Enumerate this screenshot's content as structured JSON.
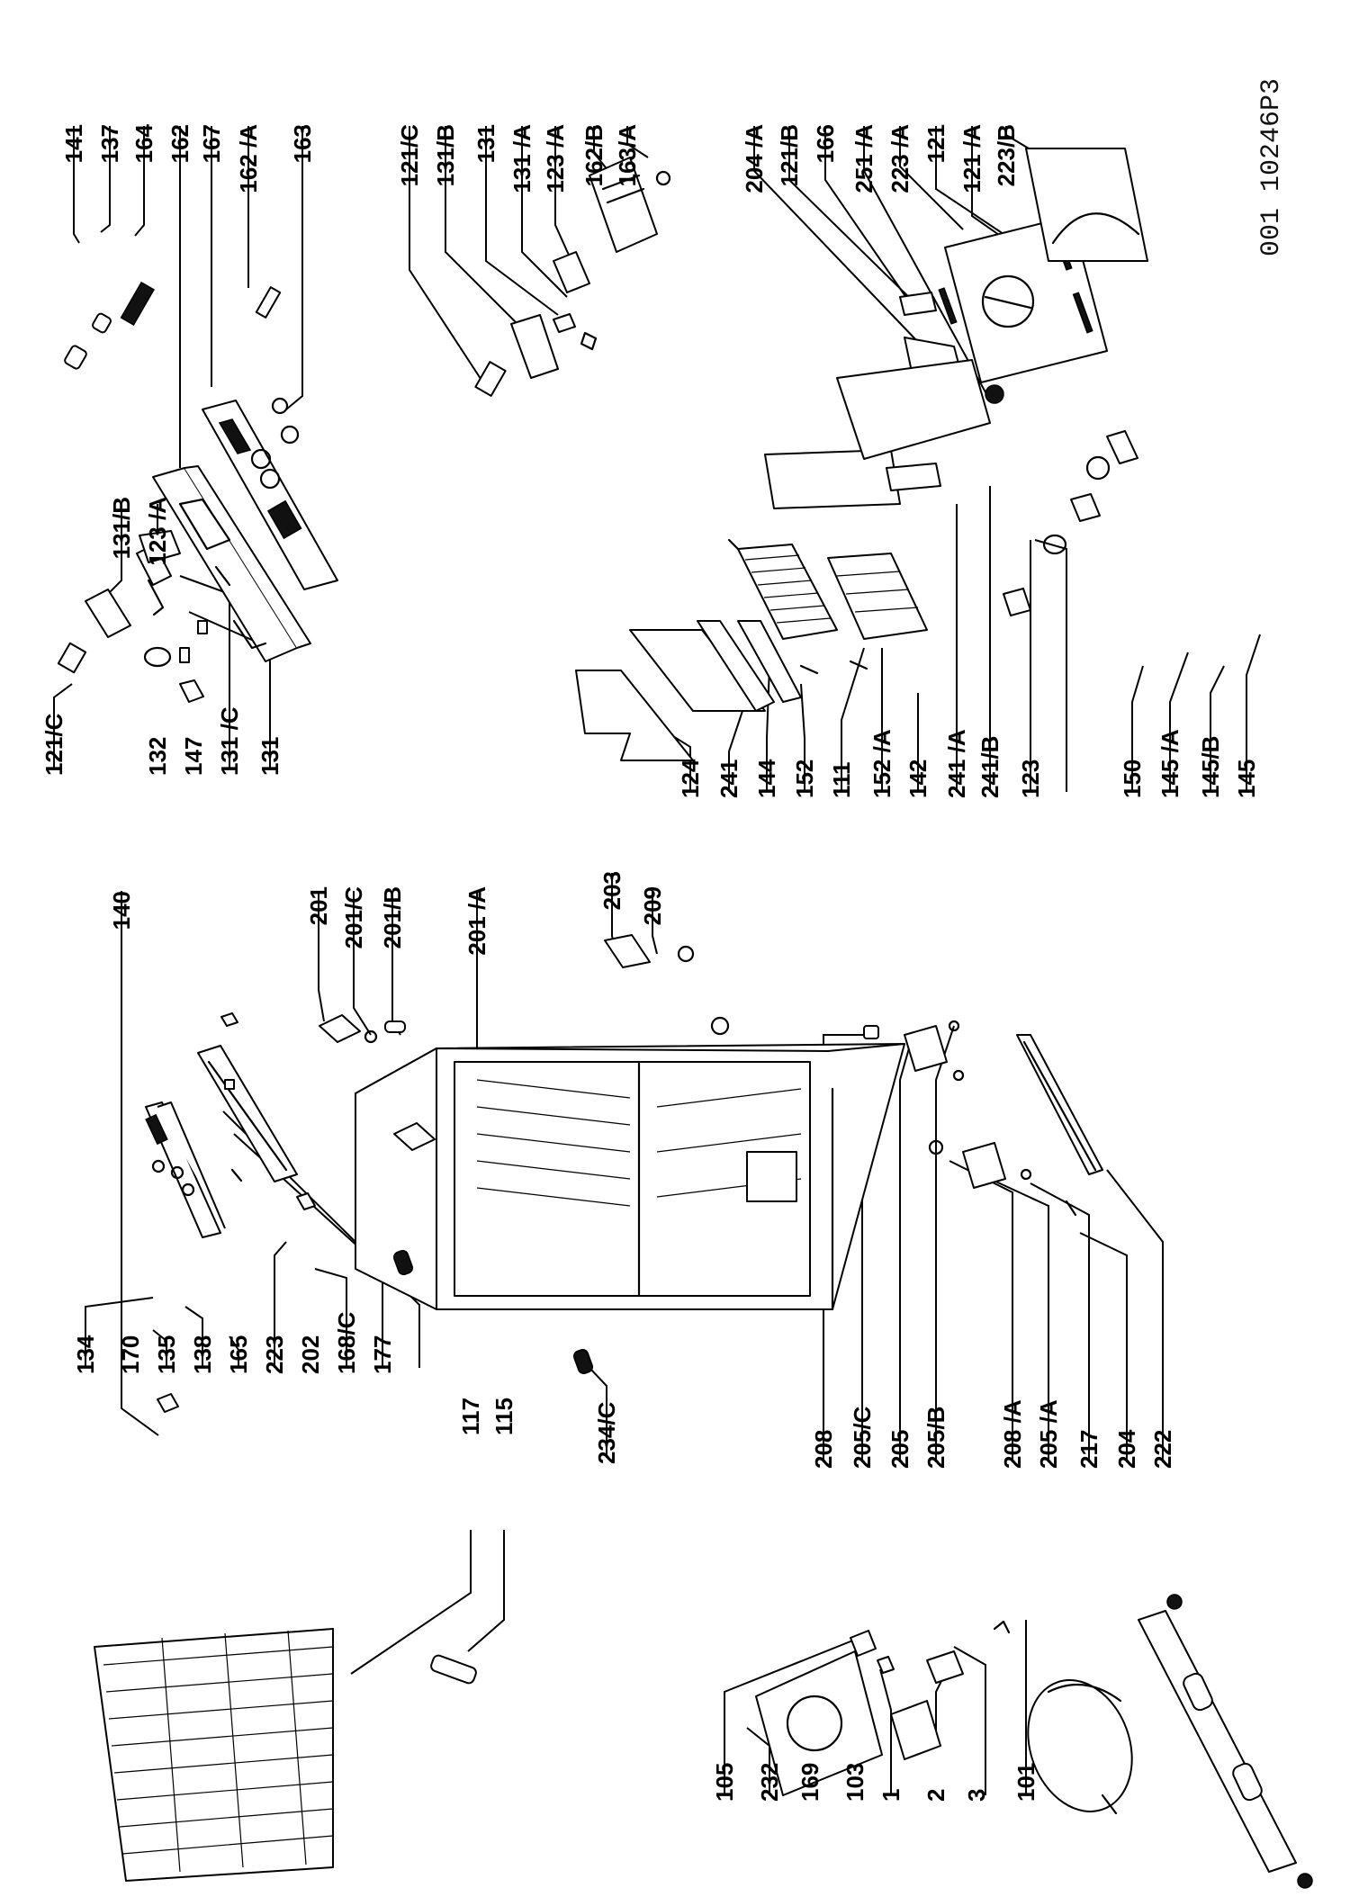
{
  "diagram": {
    "reference_code": "001 10246P3",
    "labels": [
      {
        "id": "l141",
        "text": "141"
      },
      {
        "id": "l137",
        "text": "137"
      },
      {
        "id": "l164",
        "text": "164"
      },
      {
        "id": "l162",
        "text": "162"
      },
      {
        "id": "l167",
        "text": "167"
      },
      {
        "id": "l162A",
        "text": "162 /A"
      },
      {
        "id": "l163",
        "text": "163"
      },
      {
        "id": "l131B_top",
        "text": "131/B"
      },
      {
        "id": "l123A_top",
        "text": "123 /A"
      },
      {
        "id": "l121C_a",
        "text": "121/C"
      },
      {
        "id": "l131B_a",
        "text": "131/B"
      },
      {
        "id": "l131_a",
        "text": "131"
      },
      {
        "id": "l131A",
        "text": "131 /A"
      },
      {
        "id": "l123A_a",
        "text": "123 /A"
      },
      {
        "id": "l162B",
        "text": "162/B"
      },
      {
        "id": "l163A",
        "text": "163/A"
      },
      {
        "id": "l204A_top",
        "text": "204 /A"
      },
      {
        "id": "l121B",
        "text": "121/B"
      },
      {
        "id": "l166",
        "text": "166"
      },
      {
        "id": "l251A",
        "text": "251 /A"
      },
      {
        "id": "l223A",
        "text": "223 /A"
      },
      {
        "id": "l121",
        "text": "121"
      },
      {
        "id": "l121A",
        "text": "121 /A"
      },
      {
        "id": "l223B",
        "text": "223/B"
      },
      {
        "id": "l121C_b",
        "text": "121/C"
      },
      {
        "id": "l140",
        "text": "140"
      },
      {
        "id": "l132",
        "text": "132"
      },
      {
        "id": "l147",
        "text": "147"
      },
      {
        "id": "l131C",
        "text": "131 /C"
      },
      {
        "id": "l131_b",
        "text": "131"
      },
      {
        "id": "l201",
        "text": "201"
      },
      {
        "id": "l201C",
        "text": "201/C"
      },
      {
        "id": "l201B",
        "text": "201/B"
      },
      {
        "id": "l201A",
        "text": "201 /A"
      },
      {
        "id": "l203",
        "text": "203"
      },
      {
        "id": "l209",
        "text": "209"
      },
      {
        "id": "l124",
        "text": "124"
      },
      {
        "id": "l241",
        "text": "241"
      },
      {
        "id": "l144",
        "text": "144"
      },
      {
        "id": "l152",
        "text": "152"
      },
      {
        "id": "l111",
        "text": "111"
      },
      {
        "id": "l152A",
        "text": "152 /A"
      },
      {
        "id": "l142",
        "text": "142"
      },
      {
        "id": "l241A",
        "text": "241 /A"
      },
      {
        "id": "l241B",
        "text": "241/B"
      },
      {
        "id": "l123",
        "text": "123"
      },
      {
        "id": "l150",
        "text": "150"
      },
      {
        "id": "l145A",
        "text": "145 /A"
      },
      {
        "id": "l145B",
        "text": "145/B"
      },
      {
        "id": "l145",
        "text": "145"
      },
      {
        "id": "l134",
        "text": "134"
      },
      {
        "id": "l170",
        "text": "170"
      },
      {
        "id": "l135",
        "text": "135"
      },
      {
        "id": "l138",
        "text": "138"
      },
      {
        "id": "l165",
        "text": "165"
      },
      {
        "id": "l223",
        "text": "223"
      },
      {
        "id": "l202",
        "text": "202"
      },
      {
        "id": "l168C",
        "text": "168/C"
      },
      {
        "id": "l177",
        "text": "177"
      },
      {
        "id": "l117",
        "text": "117"
      },
      {
        "id": "l115",
        "text": "115"
      },
      {
        "id": "l234C",
        "text": "234/C"
      },
      {
        "id": "l208",
        "text": "208"
      },
      {
        "id": "l205C",
        "text": "205/C"
      },
      {
        "id": "l205",
        "text": "205"
      },
      {
        "id": "l205B",
        "text": "205/B"
      },
      {
        "id": "l208A",
        "text": "208 /A"
      },
      {
        "id": "l205A",
        "text": "205 /A"
      },
      {
        "id": "l217",
        "text": "217"
      },
      {
        "id": "l204",
        "text": "204"
      },
      {
        "id": "l222",
        "text": "222"
      },
      {
        "id": "l105",
        "text": "105"
      },
      {
        "id": "l232",
        "text": "232"
      },
      {
        "id": "l169",
        "text": "169"
      },
      {
        "id": "l103",
        "text": "103"
      },
      {
        "id": "l1",
        "text": "1"
      },
      {
        "id": "l2",
        "text": "2"
      },
      {
        "id": "l3",
        "text": "3"
      },
      {
        "id": "l101",
        "text": "101"
      }
    ]
  }
}
